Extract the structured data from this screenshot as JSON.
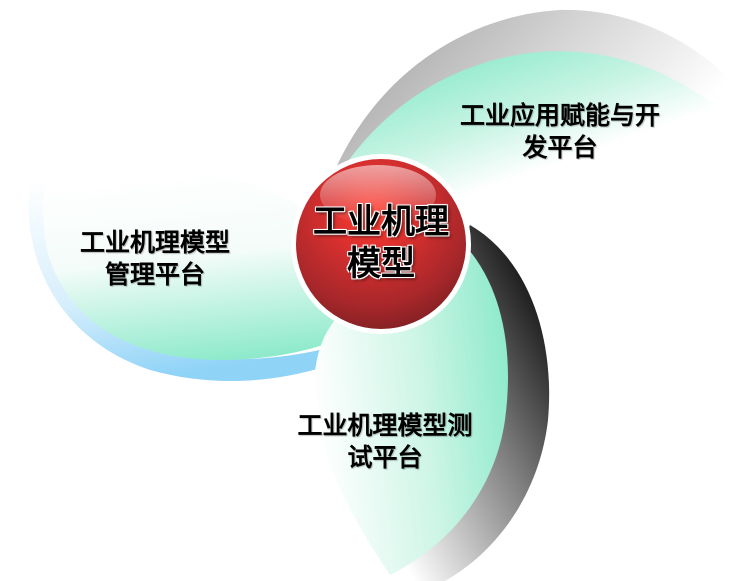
{
  "diagram": {
    "type": "radial-swirl",
    "center": {
      "line1": "工业机理",
      "line2": "模型",
      "color": "#c0262c"
    },
    "petals": [
      {
        "id": "top-right",
        "line1": "工业应用赋能与开",
        "line2": "发平台",
        "color": "#8eeacb",
        "edge_color": "#b8b8b8"
      },
      {
        "id": "left",
        "line1": "工业机理模型",
        "line2": "管理平台",
        "color": "#8eeacb",
        "edge_color": "#9fd8f5"
      },
      {
        "id": "bottom",
        "line1": "工业机理模型测",
        "line2": "试平台",
        "color": "#8eeacb",
        "edge_color": "#1a1a1a"
      }
    ]
  }
}
